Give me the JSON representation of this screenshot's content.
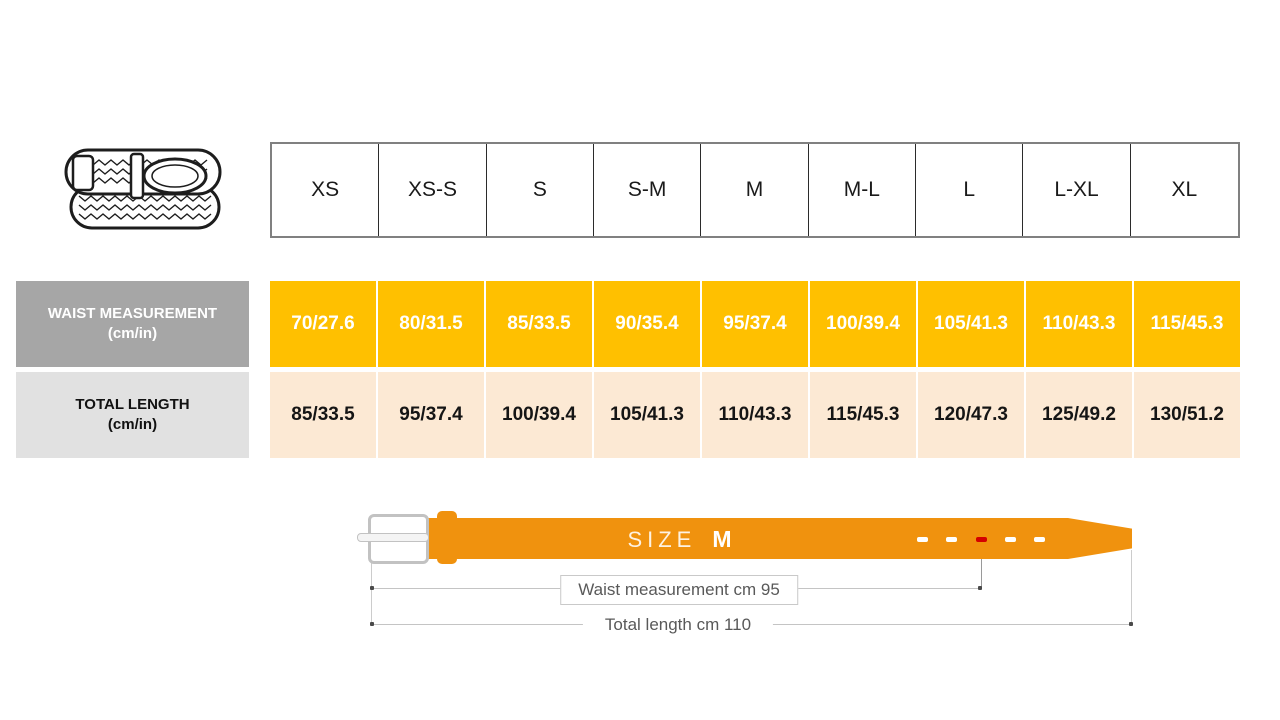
{
  "table": {
    "sizes": [
      "XS",
      "XS-S",
      "S",
      "S-M",
      "M",
      "M-L",
      "L",
      "L-XL",
      "XL"
    ],
    "rows": [
      {
        "label": "WAIST MEASUREMENT",
        "unit": "(cm/in)",
        "values": [
          "70/27.6",
          "80/31.5",
          "85/33.5",
          "90/35.4",
          "95/37.4",
          "100/39.4",
          "105/41.3",
          "110/43.3",
          "115/45.3"
        ]
      },
      {
        "label": "TOTAL LENGTH",
        "unit": "(cm/in)",
        "values": [
          "85/33.5",
          "95/37.4",
          "100/39.4",
          "105/41.3",
          "110/43.3",
          "115/45.3",
          "120/47.3",
          "125/49.2",
          "130/51.2"
        ]
      }
    ]
  },
  "diagram": {
    "size_label": "SIZE",
    "size_value": "M",
    "waist_dimension_label": "Waist measurement cm 95",
    "total_dimension_label": "Total length cm 110"
  },
  "colors": {
    "waist_row_bg": "#ffc000",
    "total_row_bg": "#fce9d4",
    "waist_label_bg": "#a6a6a6",
    "total_label_bg": "#e1e1e1",
    "belt_orange": "#f0920e",
    "marked_hole_red": "#d40000"
  }
}
